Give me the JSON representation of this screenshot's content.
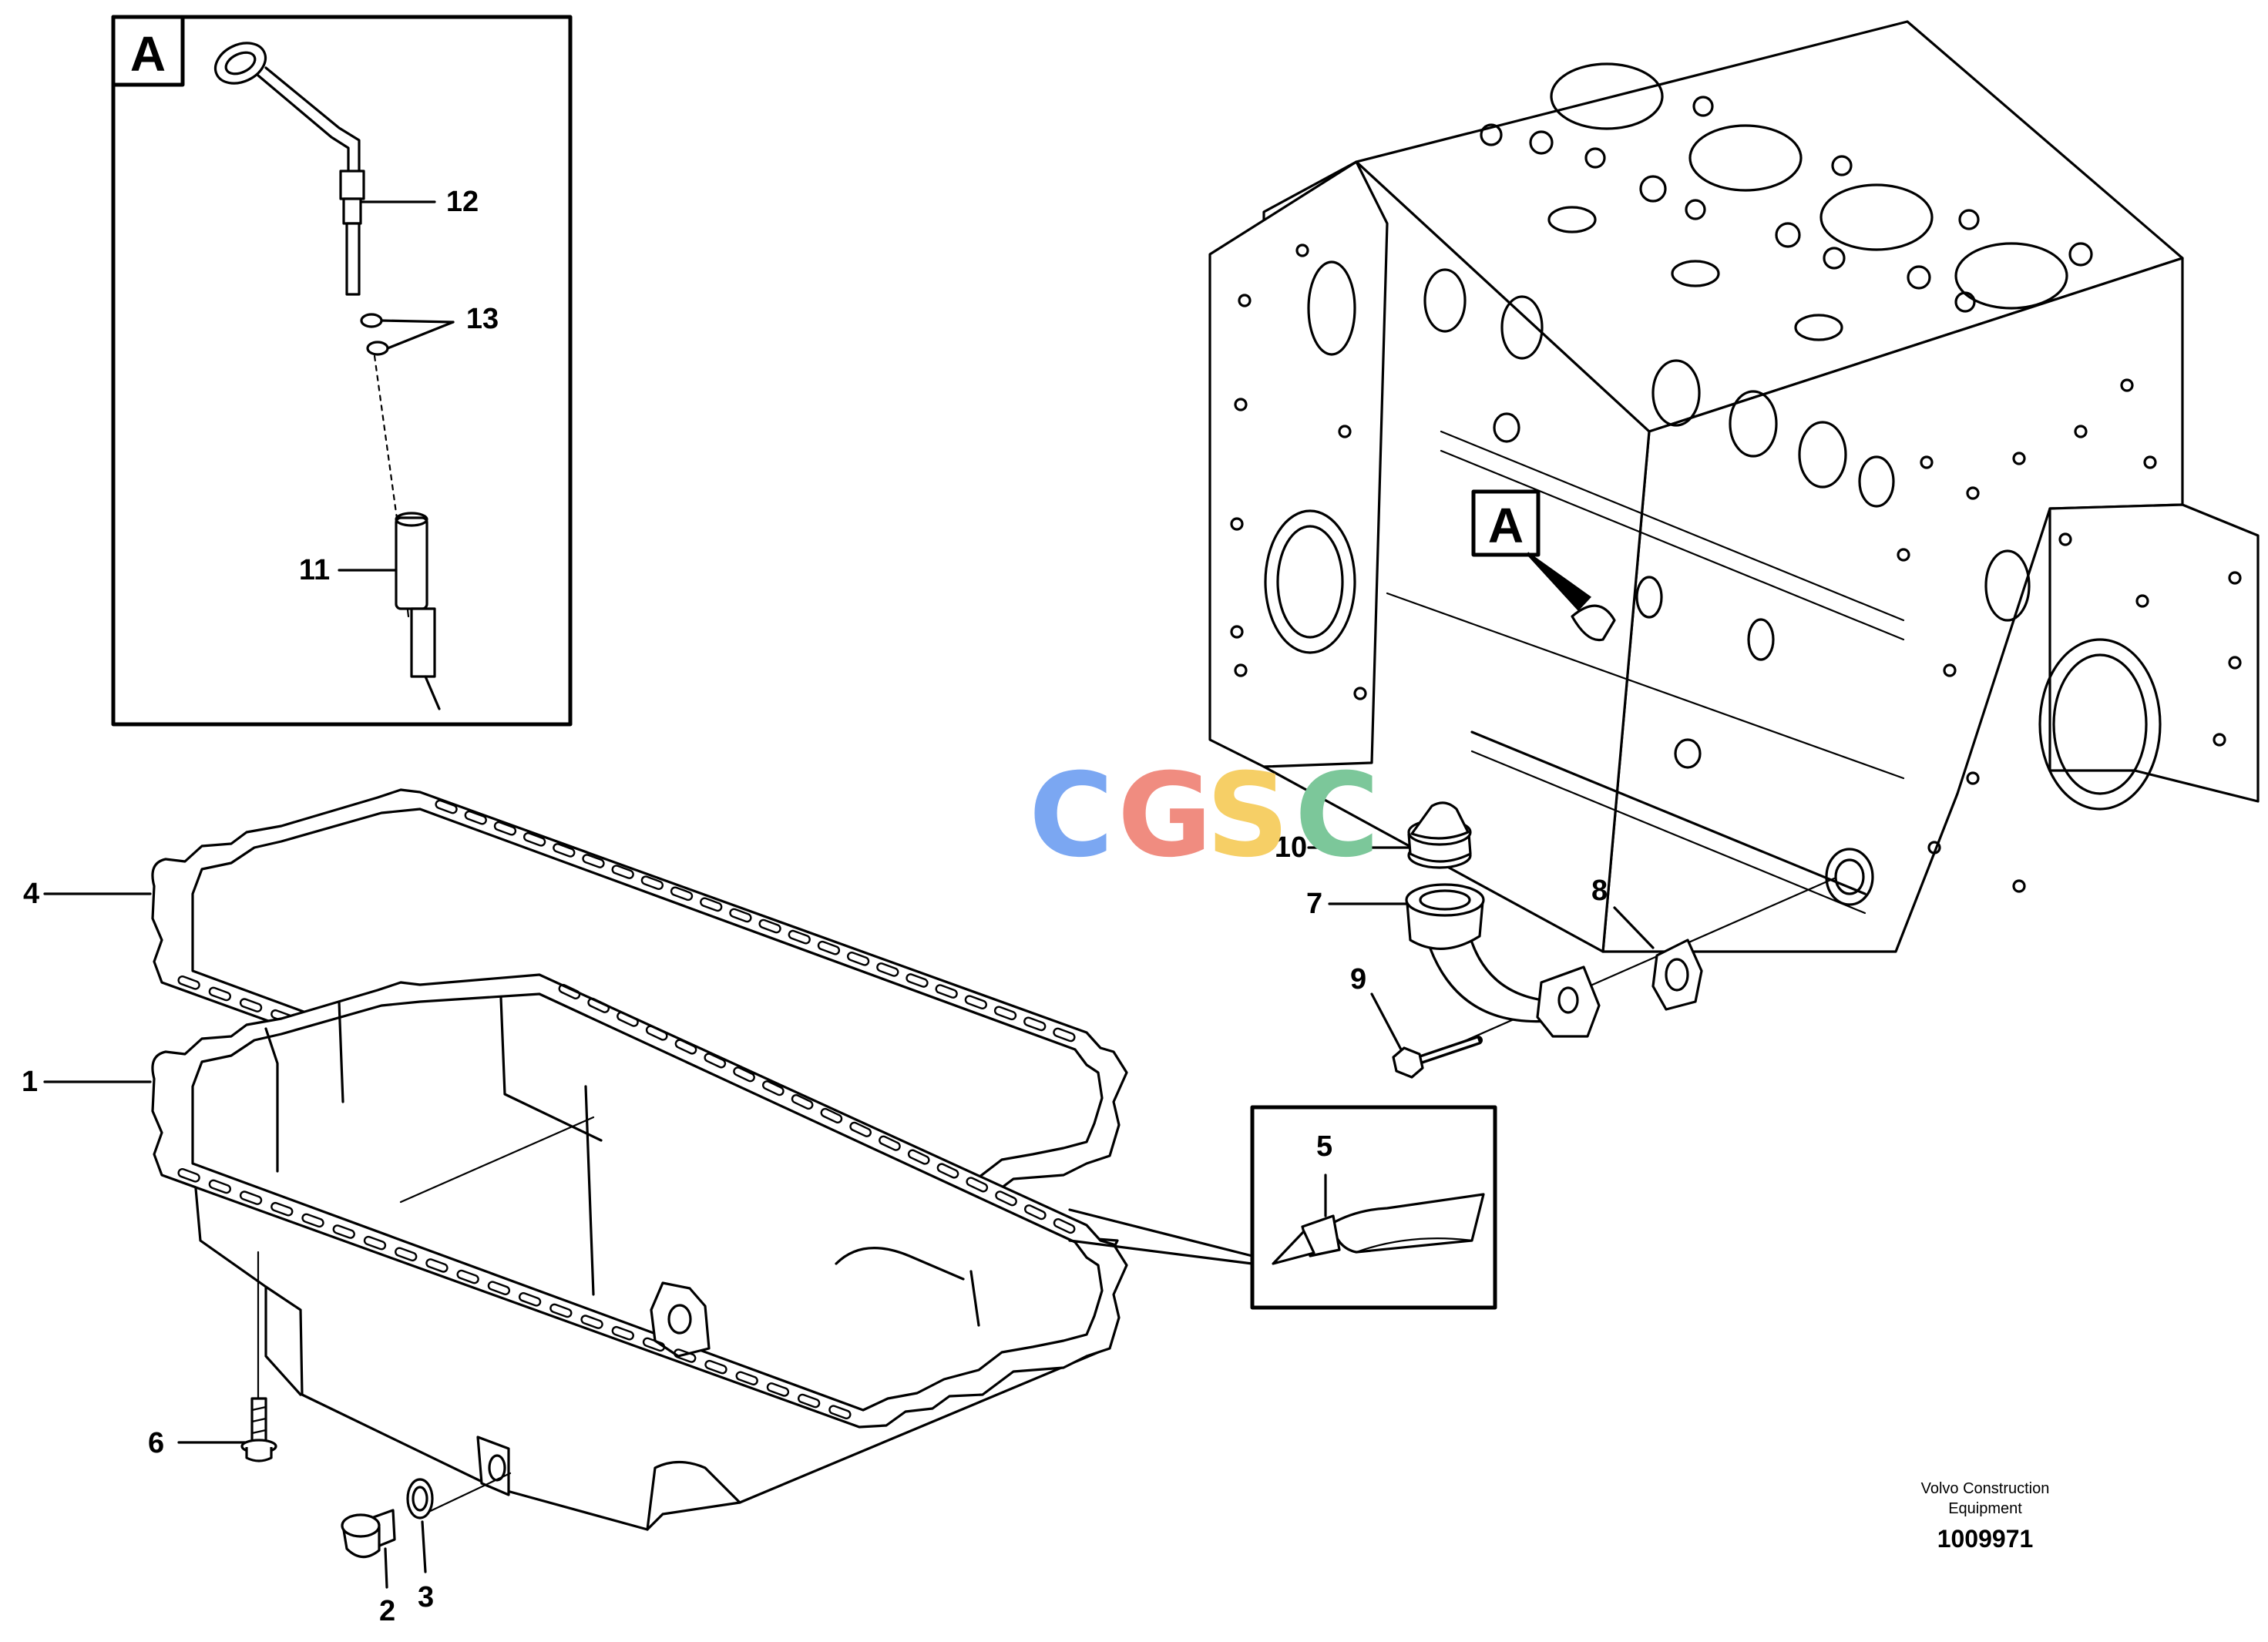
{
  "detail_box": {
    "label": "A"
  },
  "block_callout": {
    "label": "A"
  },
  "watermark": {
    "letters": [
      "C",
      "G",
      "S",
      "C"
    ],
    "colors": [
      "#7BA7F2",
      "#F08C80",
      "#F6CF66",
      "#7CC79A"
    ]
  },
  "callouts": {
    "c1": "1",
    "c2": "2",
    "c3": "3",
    "c4": "4",
    "c5": "5",
    "c6": "6",
    "c7": "7",
    "c8": "8",
    "c9": "9",
    "c10": "10",
    "c11": "11",
    "c12": "12",
    "c13": "13"
  },
  "footer": {
    "brand_line1": "Volvo Construction",
    "brand_line2": "Equipment",
    "drawing_number": "1009971"
  }
}
